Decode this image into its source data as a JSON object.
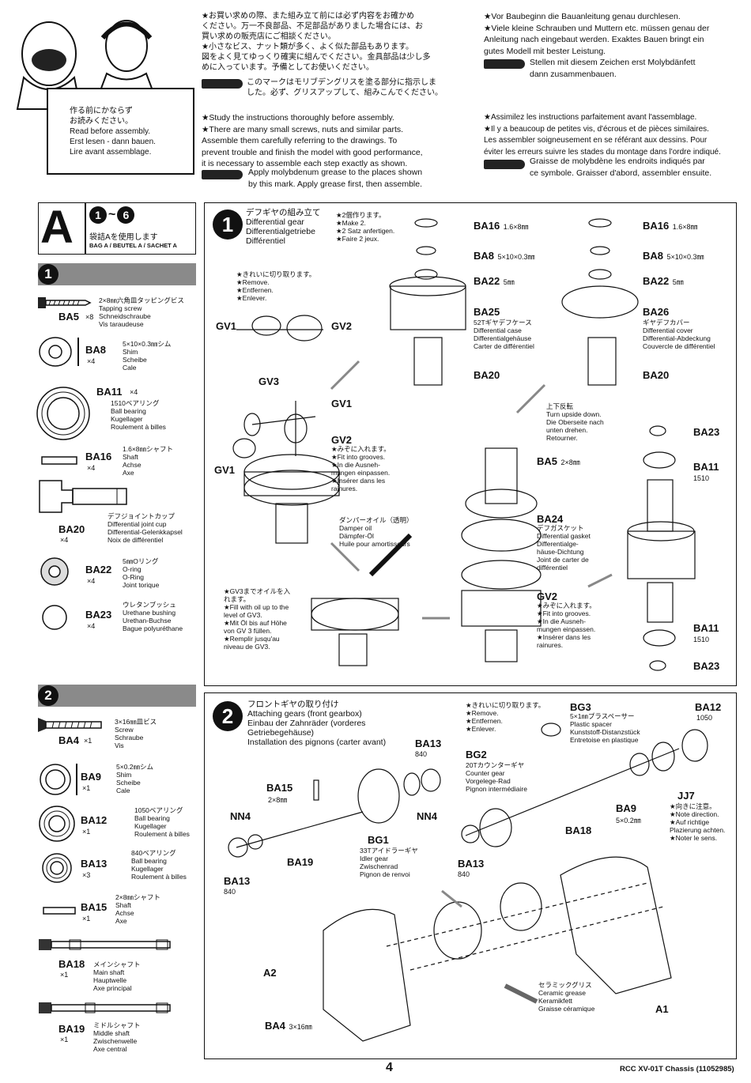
{
  "header": {
    "mascot_note": "作る前にかならず\nお読みください。\nRead before assembly.\nErst lesen - dann bauen.\nLire avant assemblage.",
    "jp_1": "★お買い求めの際、また組み立て前には必ず内容をお確かめ\nください。万一不良部品、不足部品がありました場合には、お\n買い求めの販売店にご相談ください。\n★小さなビス、ナット類が多く、よく似た部品もあります。\n図をよく見てゆっくり確実に組んでください。金具部品は少し多\nめに入っています。予備としてお使いください。",
    "jp_grease": "このマークはモリブデングリスを塗る部分に指示しま\nした。必ず、グリスアップして、組みこんでください。",
    "de_1": "★Vor Baubeginn die Bauanleitung genau durchlesen.\n★Viele kleine Schrauben und Muttern etc. müssen genau der\nAnleitung nach eingebaut werden. Exaktes Bauen bringt ein\ngutes Modell mit bester Leistung.",
    "de_grease": "Stellen mit diesem Zeichen erst Molybdänfett\ndann zusammenbauen.",
    "en_1": "★Study the instructions thoroughly before assembly.\n★There are many small screws, nuts and similar parts.\nAssemble them carefully referring to the drawings. To\nprevent trouble and finish the model with good performance,\nit is necessary to assemble each step exactly as shown.",
    "en_grease": "Apply molybdenum grease to the places shown\nby this mark. Apply grease first, then assemble.",
    "fr_1": "★Assimilez les instructions parfaitement avant l'assemblage.\n★Il y a beaucoup de petites vis, d'écrous et de pièces similaires.\nLes assembler soigneusement en se référant aux dessins. Pour\néviter les erreurs suivre les stades du montage dans l'ordre indiqué.",
    "fr_grease": "Graisse de molybdène les endroits indiqués par\nce symbole. Graisser d'abord, assembler ensuite."
  },
  "bag": {
    "letter": "A",
    "range_from": "1",
    "range_sep": "~",
    "range_to": "6",
    "jp": "袋詰Aを使用します",
    "multi": "BAG A / BEUTEL A / SACHET A"
  },
  "parts_1": {
    "number": "1",
    "items": [
      {
        "code": "BA5",
        "qty": "×8",
        "desc": "2×8㎜六角皿タッピングビス\nTapping screw\nSchneidschraube\nVis taraudeuse"
      },
      {
        "code": "BA8",
        "qty": "×4",
        "desc": "5×10×0.3㎜シム\nShim\nScheibe\nCale"
      },
      {
        "code": "BA11",
        "qty": "×4",
        "desc": "1510ベアリング\nBall bearing\nKugellager\nRoulement à billes"
      },
      {
        "code": "BA16",
        "qty": "×4",
        "desc": "1.6×8㎜シャフト\nShaft\nAchse\nAxe"
      },
      {
        "code": "BA20",
        "qty": "×4",
        "desc": "デフジョイントカップ\nDifferential joint cup\nDifferential-Gelenkkapsel\nNoix de différentiel"
      },
      {
        "code": "BA22",
        "qty": "×4",
        "desc": "5㎜Oリング\nO-ring\nO-Ring\nJoint torique"
      },
      {
        "code": "BA23",
        "qty": "×4",
        "desc": "ウレタンブッシュ\nUrethane bushing\nUrethan-Buchse\nBague polyuréthane"
      }
    ]
  },
  "parts_2": {
    "number": "2",
    "items": [
      {
        "code": "BA4",
        "qty": "×1",
        "desc": "3×16㎜皿ビス\nScrew\nSchraube\nVis"
      },
      {
        "code": "BA9",
        "qty": "×1",
        "desc": "5×0.2㎜シム\nShim\nScheibe\nCale"
      },
      {
        "code": "BA12",
        "qty": "×1",
        "desc": "1050ベアリング\nBall bearing\nKugellager\nRoulement à billes"
      },
      {
        "code": "BA13",
        "qty": "×3",
        "desc": "840ベアリング\nBall bearing\nKugellager\nRoulement à billes"
      },
      {
        "code": "BA15",
        "qty": "×1",
        "desc": "2×8㎜シャフト\nShaft\nAchse\nAxe"
      },
      {
        "code": "BA18",
        "qty": "×1",
        "desc": "メインシャフト\nMain shaft\nHauptwelle\nAxe principal"
      },
      {
        "code": "BA19",
        "qty": "×1",
        "desc": "ミドルシャフト\nMiddle shaft\nZwischenwelle\nAxe central"
      }
    ]
  },
  "step1": {
    "number": "1",
    "title": "デフギヤの組み立て\nDifferential gear\nDifferentialgetriebe\nDifférentiel",
    "make": "★2個作ります。\n★Make 2.\n★2 Satz anfertigen.\n★Faire 2 jeux.",
    "remove": "★きれいに切り取ります。\n★Remove.\n★Entfernen.\n★Enlever.",
    "fit": "★みぞに入れます。\n★Fit into grooves.\n★In die Ausneh-\nmungen einpassen.\n★Insérer dans les\nrainures.",
    "oil": "ダンパーオイル（透明）\nDamper oil\nDämpfer-Öl\nHuile pour amortisseurs",
    "fill": "★GV3までオイルを入\nれます。\n★Fill with oil up to the\nlevel of GV3.\n★Mit Öl bis auf Höhe\nvon GV 3 füllen.\n★Remplir jusqu'au\nniveau de GV3.",
    "turn": "上下反転\nTurn upside down.\nDie Oberseite nach\nunten drehen.\nRetourner.",
    "ba25_desc": "52Tギヤデフケース\nDifferential case\nDifferentialgehäuse\nCarter de différentiel",
    "ba26_desc": "ギヤデフカバー\nDifferential cover\nDifferential-Abdeckung\nCouvercle de différentiel",
    "ba24_desc": "デフガスケット\nDifferential gasket\nDifferentialge-\nhäuse-Dichtung\nJoint de carter de\ndifférentiel",
    "labels": {
      "gv1": "GV1",
      "gv2": "GV2",
      "gv3": "GV3",
      "ba16": "BA16",
      "ba16_size": "1.6×8㎜",
      "ba8": "BA8",
      "ba8_size": "5×10×0.3㎜",
      "ba22": "BA22",
      "ba22_size": "5㎜",
      "ba25": "BA25",
      "ba26": "BA26",
      "ba20": "BA20",
      "ba5": "BA5",
      "ba5_size": "2×8㎜",
      "ba24": "BA24",
      "ba23": "BA23",
      "ba11": "BA11",
      "ba11_size": "1510"
    }
  },
  "step2": {
    "number": "2",
    "title": "フロントギヤの取り付け\nAttaching gears (front gearbox)\nEinbau der Zahnräder (vorderes\nGetriebegehäuse)\nInstallation des pignons (carter avant)",
    "remove": "★きれいに切り取ります。\n★Remove.\n★Entfernen.\n★Enlever.",
    "bg3_desc": "5×1㎜プラスペーサー\nPlastic spacer\nKunststoff-Distanzstück\nEntretoise en plastique",
    "bg2_desc": "20Tカウンターギヤ\nCounter gear\nVorgelege-Rad\nPignon intermédiaire",
    "bg1_desc": "33Tアイドラーギヤ\nIdler gear\nZwischenrad\nPignon de renvoi",
    "jj7_note": "★向きに注意。\n★Note direction.\n★Auf richtige\nPlazierung achten.\n★Noter le sens.",
    "ceramic": "セラミックグリス\nCeramic grease\nKeramikfett\nGraisse céramique",
    "labels": {
      "bg3": "BG3",
      "ba12": "BA12",
      "ba12_size": "1050",
      "ba13": "BA13",
      "ba13_size": "840",
      "bg2": "BG2",
      "ba15": "BA15",
      "ba15_size": "2×8㎜",
      "nn4": "NN4",
      "bg1": "BG1",
      "ba19": "BA19",
      "ba18": "BA18",
      "ba9": "BA9",
      "ba9_size": "5×0.2㎜",
      "jj7": "JJ7",
      "a1": "A1",
      "a2": "A2",
      "ba4": "BA4",
      "ba4_size": "3×16㎜"
    }
  },
  "footer": {
    "page": "4",
    "title": "RCC XV-01T Chassis (11052985)"
  }
}
